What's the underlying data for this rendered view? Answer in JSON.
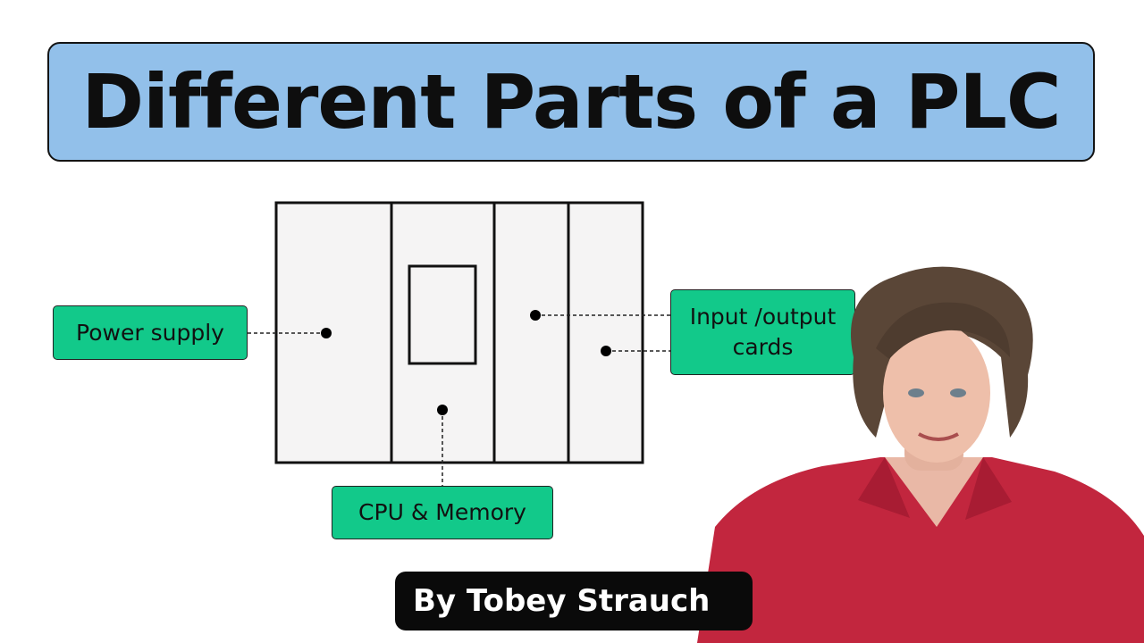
{
  "title": "Different Parts of a PLC",
  "diagram": {
    "labels": {
      "power_supply": "Power supply",
      "cpu_memory": "CPU & Memory",
      "io_cards_line1": "Input /output",
      "io_cards_line2": "cards"
    }
  },
  "author": "By Tobey Strauch",
  "colors": {
    "title_banner": "#92c0ea",
    "label_fill": "#12c98a",
    "plc_fill": "#f5f4f4",
    "author_tag": "#0a0a0a",
    "shirt": "#c2263e",
    "hair": "#5a4637"
  }
}
